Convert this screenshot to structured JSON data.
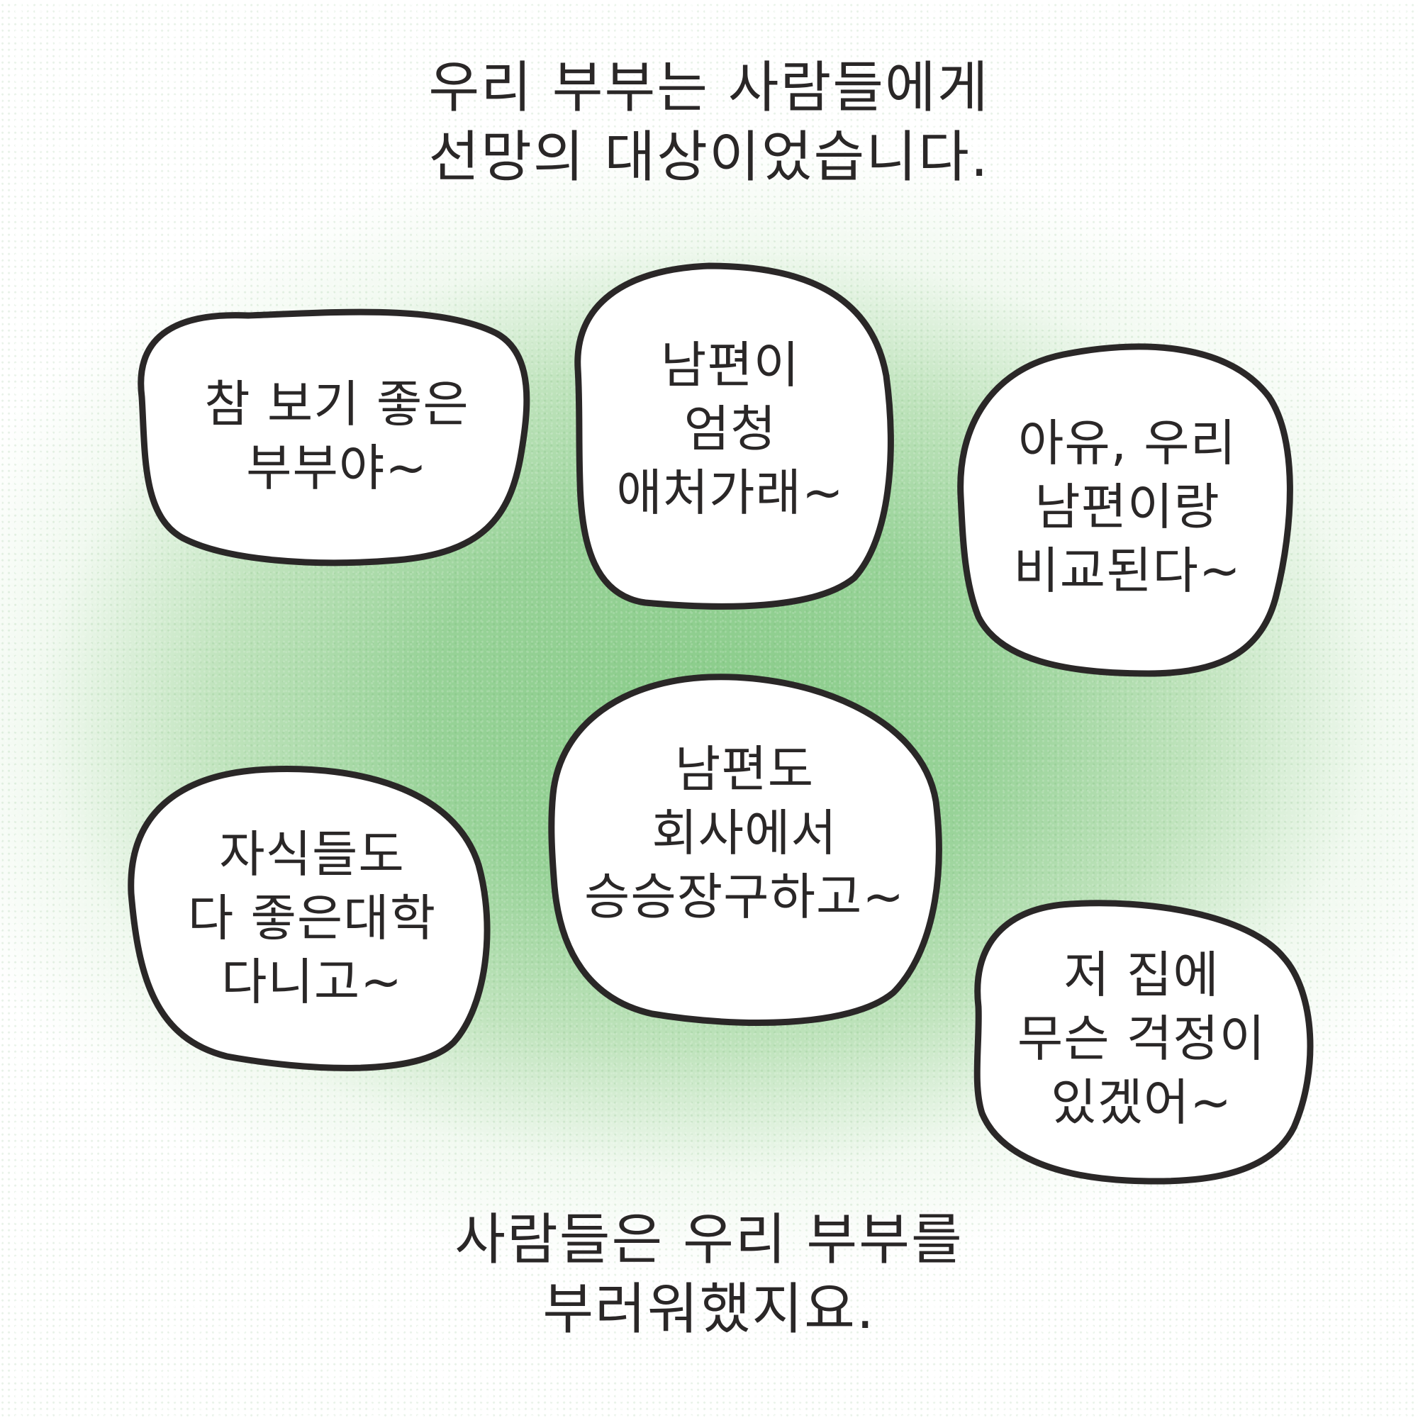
{
  "caption_top": {
    "line1": "우리 부부는 사람들에게",
    "line2": "선망의 대상이었습니다."
  },
  "caption_bottom": {
    "line1": "사람들은 우리 부부를",
    "line2": "부러워했지요."
  },
  "bubbles": [
    {
      "lines": [
        "참 보기 좋은",
        "부부야~"
      ]
    },
    {
      "lines": [
        "남편이",
        "엄청",
        "애처가래~"
      ]
    },
    {
      "lines": [
        "아유, 우리",
        "남편이랑",
        "비교된다~"
      ]
    },
    {
      "lines": [
        "자식들도",
        "다 좋은대학",
        "다니고~"
      ]
    },
    {
      "lines": [
        "남편도",
        "회사에서",
        "승승장구하고~"
      ]
    },
    {
      "lines": [
        "저 집에",
        "무슨 걱정이",
        "있겠어~"
      ]
    }
  ],
  "colors": {
    "background_green": "#8acc8a",
    "ink": "#2a2727",
    "bubble_fill": "#ffffff"
  }
}
